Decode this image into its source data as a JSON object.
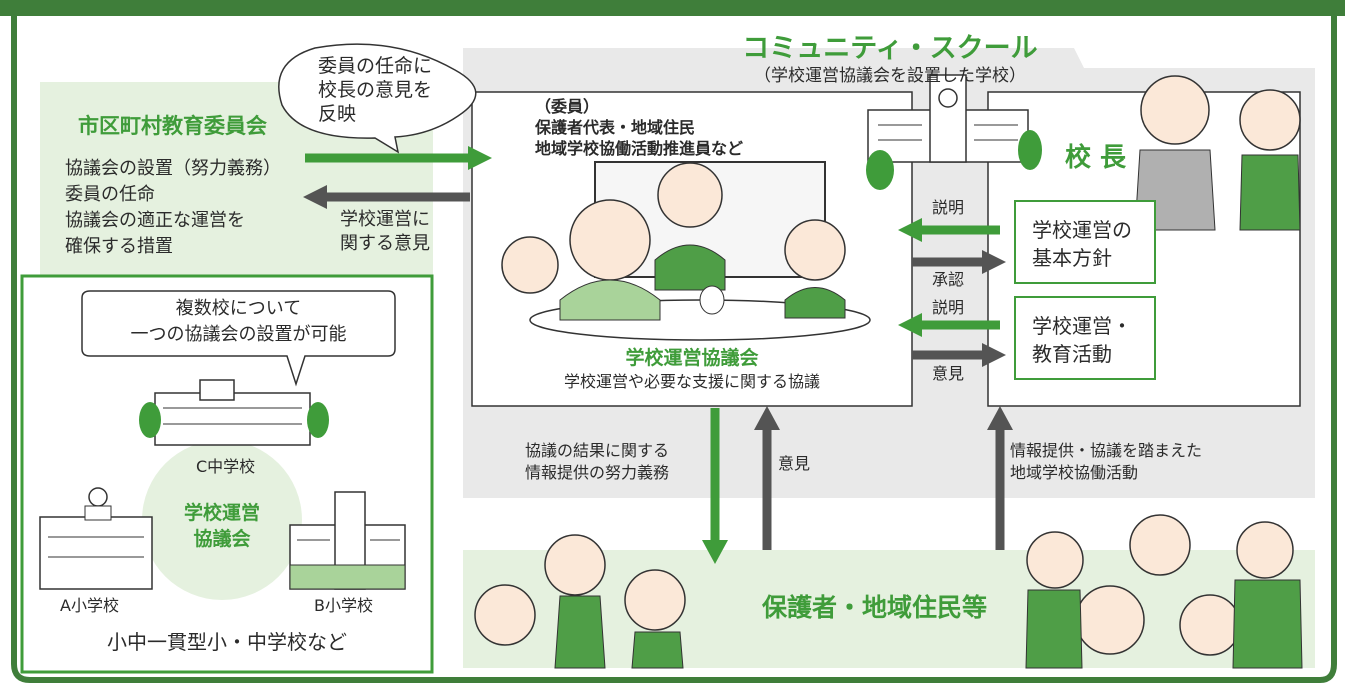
{
  "colors": {
    "frame": "#3f7e3a",
    "accent": "#3f9c3a",
    "light_green": "#e5f1df",
    "gray_panel": "#e8e8e8",
    "dark_arrow": "#545454"
  },
  "community_school": {
    "title": "コミュニティ・スクール",
    "subtitle": "（学校運営協議会を設置した学校）"
  },
  "bubble_top": {
    "lines": [
      "委員の任命に",
      "校長の意見を",
      "反映"
    ]
  },
  "board": {
    "title": "市区町村教育委員会",
    "items": [
      "協議会の設置（努力義務）",
      "委員の任命",
      "協議会の適正な運営を",
      "確保する措置"
    ]
  },
  "opinion_to_board": {
    "lines": [
      "学校運営に",
      "関する意見"
    ]
  },
  "council": {
    "members_lines": [
      "（委員）",
      "保護者代表・地域住民",
      "地域学校協働活動推進員など"
    ],
    "title": "学校運営協議会",
    "description": "学校運営や必要な支援に関する協議"
  },
  "principal": {
    "label": "校 長",
    "flow": [
      {
        "label": "説明",
        "direction": "to-council"
      },
      {
        "label": "承認",
        "direction": "to-principal"
      },
      {
        "label": "説明",
        "direction": "to-council"
      },
      {
        "label": "意見",
        "direction": "to-principal"
      }
    ],
    "boxes": [
      {
        "lines": [
          "学校運営の",
          "基本方針"
        ]
      },
      {
        "lines": [
          "学校運営・",
          "教育活動"
        ]
      }
    ]
  },
  "multi_school": {
    "bubble_lines": [
      "複数校について",
      "一つの協議会の設置が可能"
    ],
    "schools": [
      "C中学校",
      "A小学校",
      "B小学校"
    ],
    "council_lines": [
      "学校運営",
      "協議会"
    ],
    "footer": "小中一貫型小・中学校など"
  },
  "bottom_flows": {
    "result_info_lines": [
      "協議の結果に関する",
      "情報提供の努力義務"
    ],
    "opinion": "意見",
    "activity_lines": [
      "情報提供・協議を踏まえた",
      "地域学校協働活動"
    ]
  },
  "community": {
    "label": "保護者・地域住民等"
  }
}
